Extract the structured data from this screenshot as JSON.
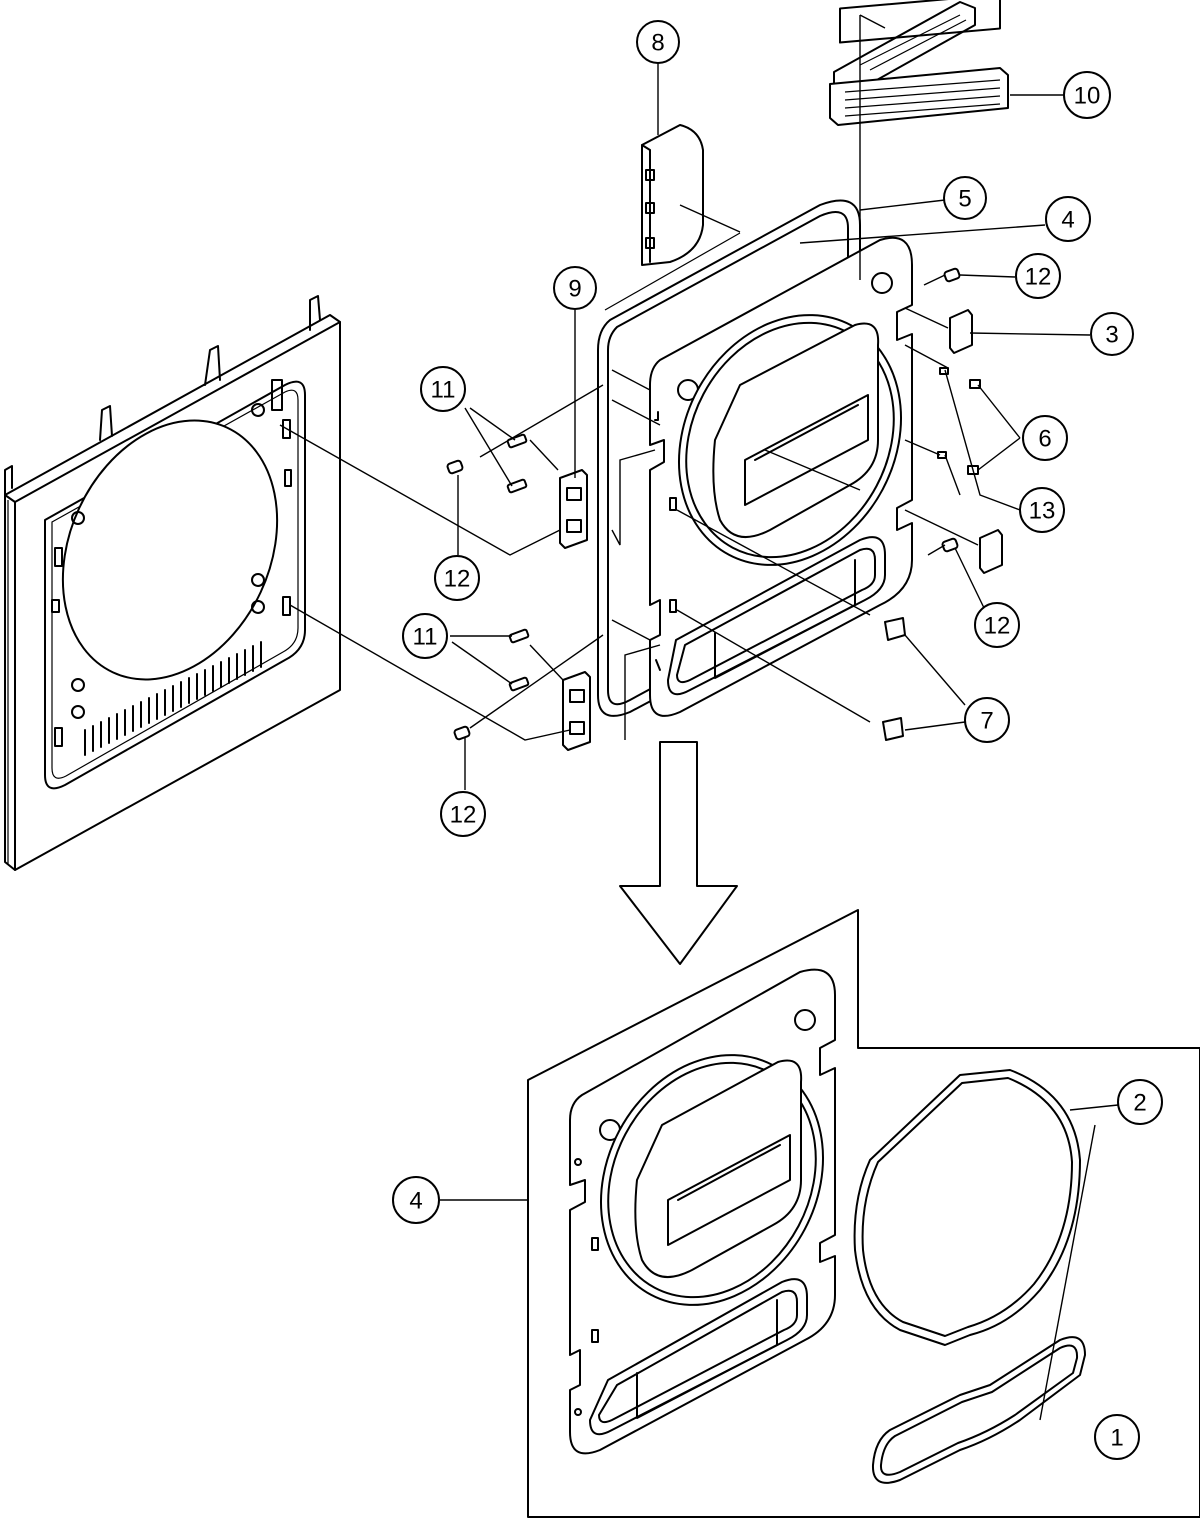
{
  "callouts": {
    "c1": "1",
    "c2": "2",
    "c3": "3",
    "c4_top": "4",
    "c4_bottom": "4",
    "c5": "5",
    "c6": "6",
    "c7": "7",
    "c8": "8",
    "c9": "9",
    "c10": "10",
    "c11_top": "11",
    "c11_bottom": "11",
    "c12_top_right": "12",
    "c12_mid_left": "12",
    "c12_mid_right": "12",
    "c12_bottom_left": "12",
    "c13": "13"
  }
}
